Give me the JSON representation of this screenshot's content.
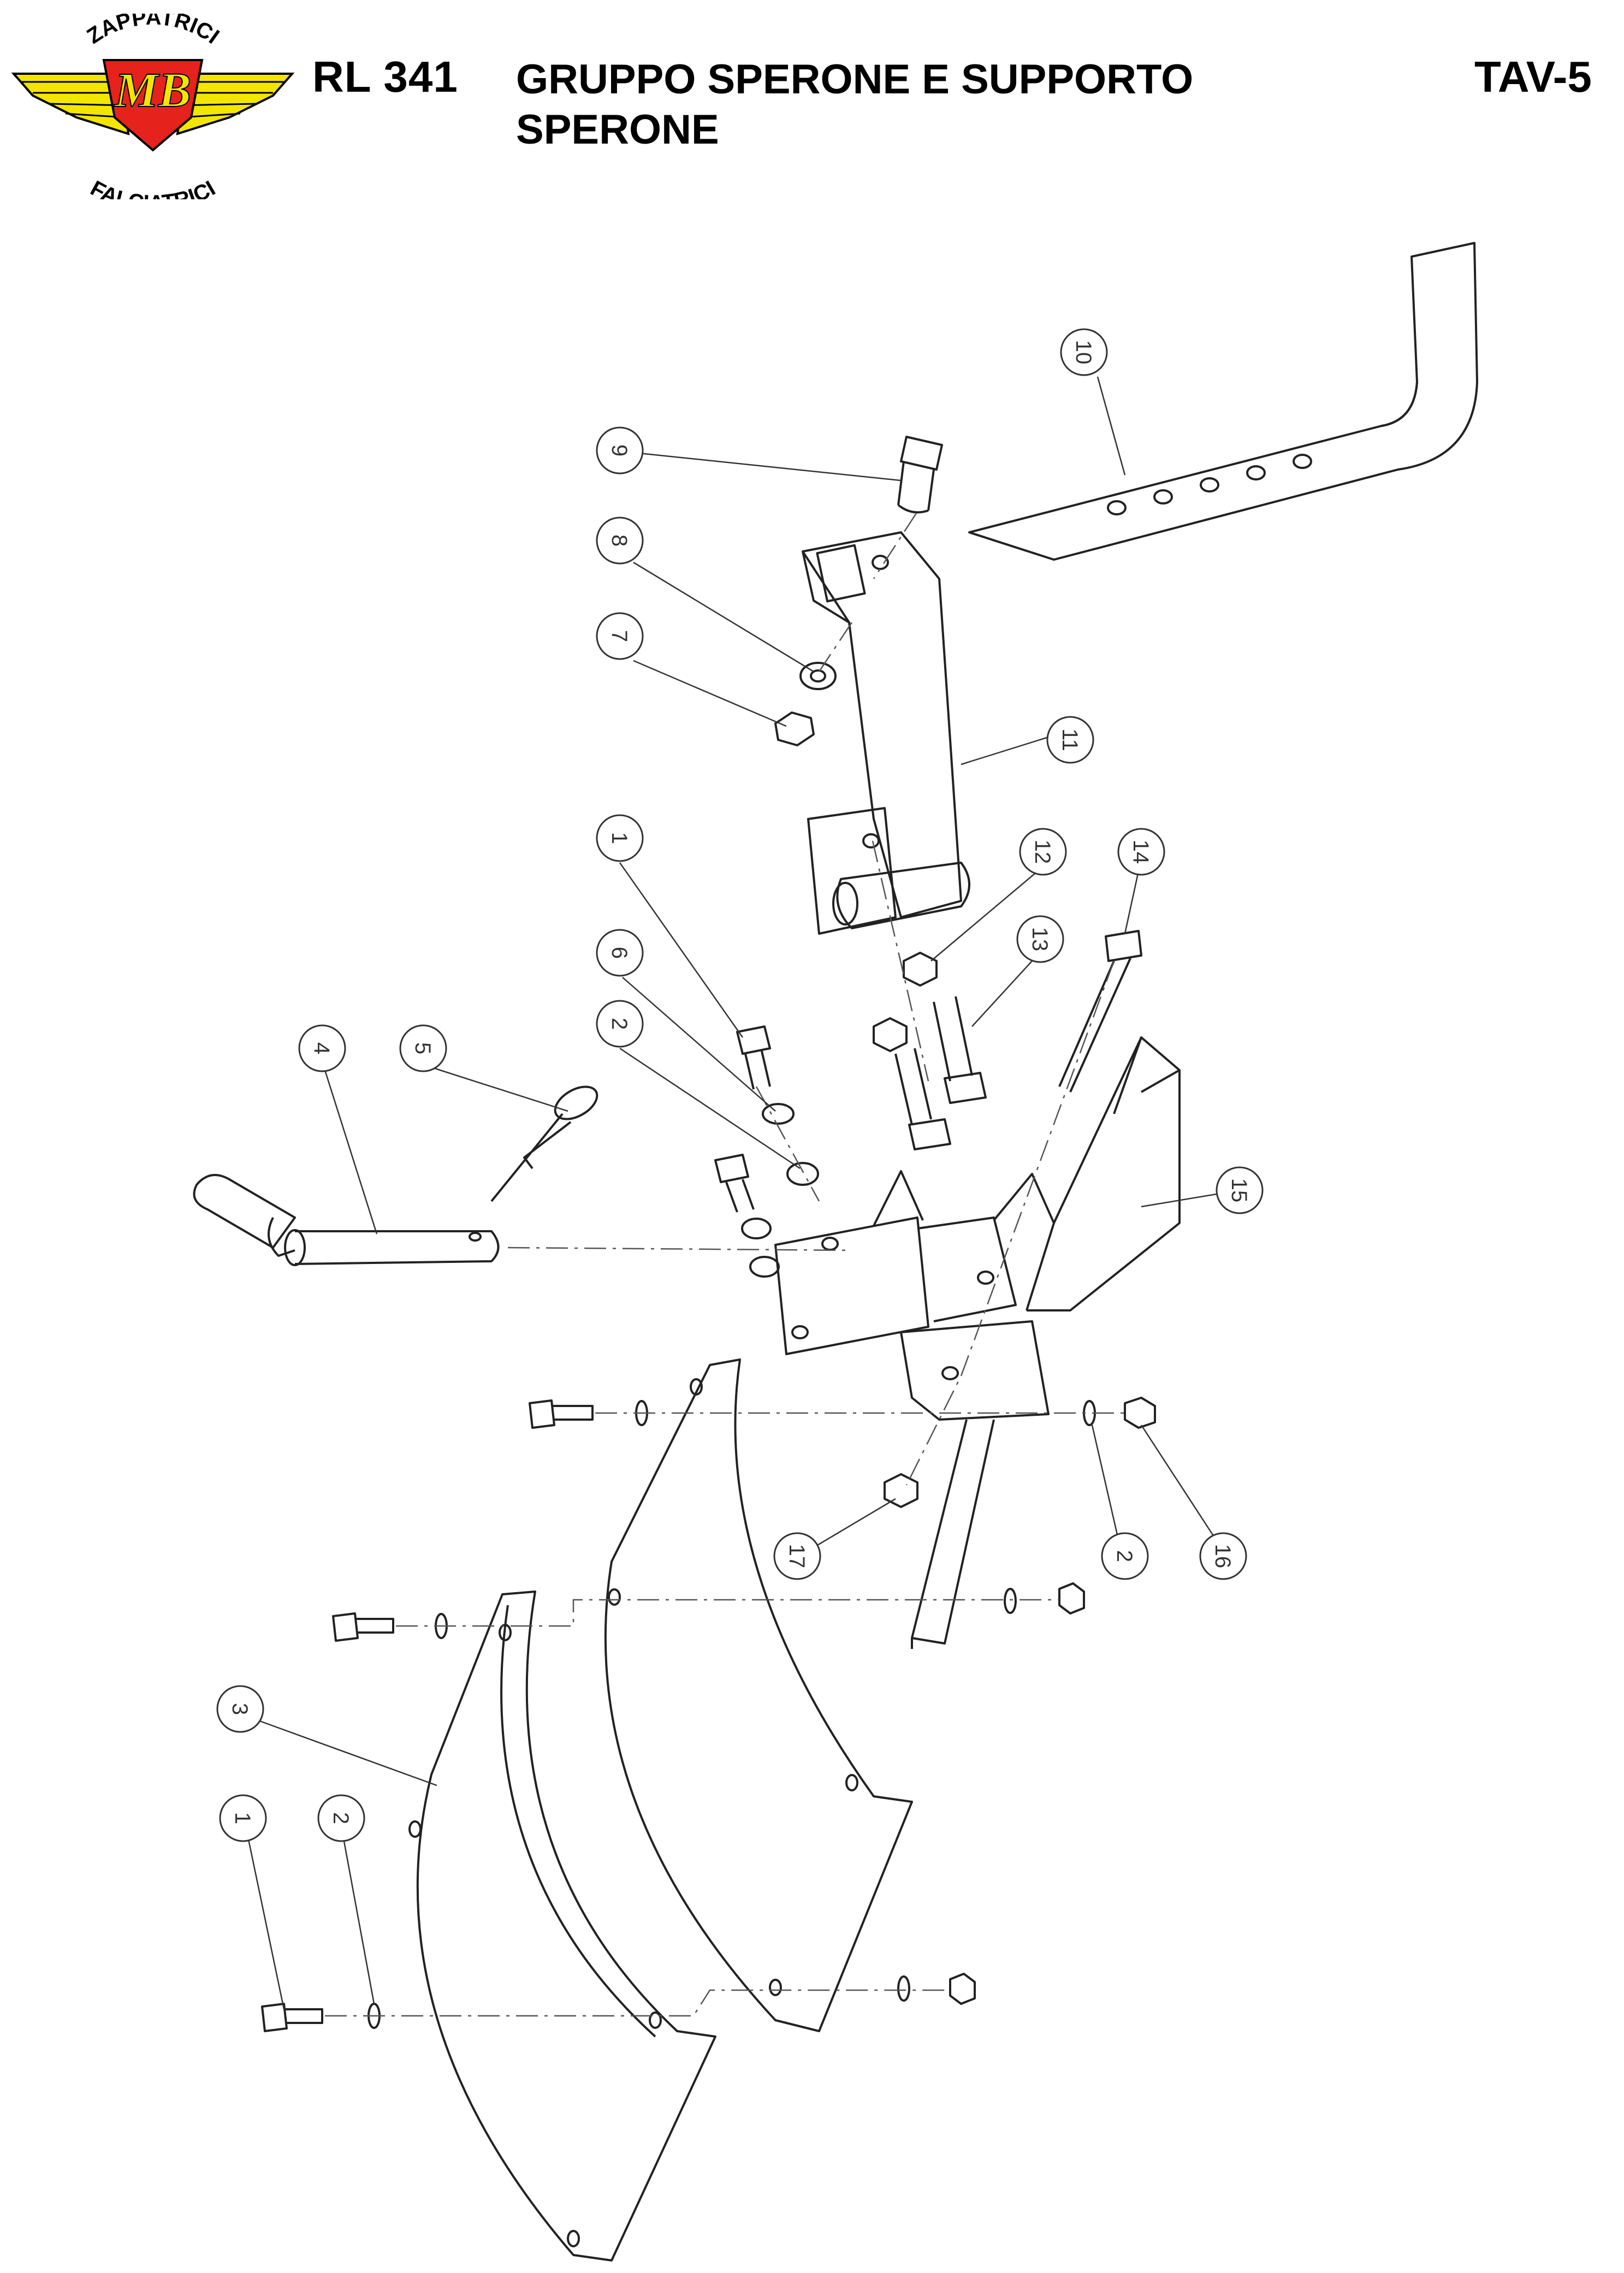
{
  "header": {
    "model_code": "RL 341",
    "title": "GRUPPO SPERONE E SUPPORTO SPERONE",
    "table_id": "TAV-5"
  },
  "logo": {
    "initials": "MB",
    "top_text": "ZAPPATRICI",
    "bottom_text": "FALCIATRICI",
    "colors": {
      "wings": "#f2e600",
      "badge": "#e5221c",
      "outline": "#000000"
    }
  },
  "callouts": [
    "1",
    "2",
    "3",
    "4",
    "5",
    "6",
    "7",
    "8",
    "9",
    "10",
    "11",
    "12",
    "13",
    "14",
    "15",
    "16",
    "17",
    "2",
    "2",
    "1",
    "2"
  ]
}
